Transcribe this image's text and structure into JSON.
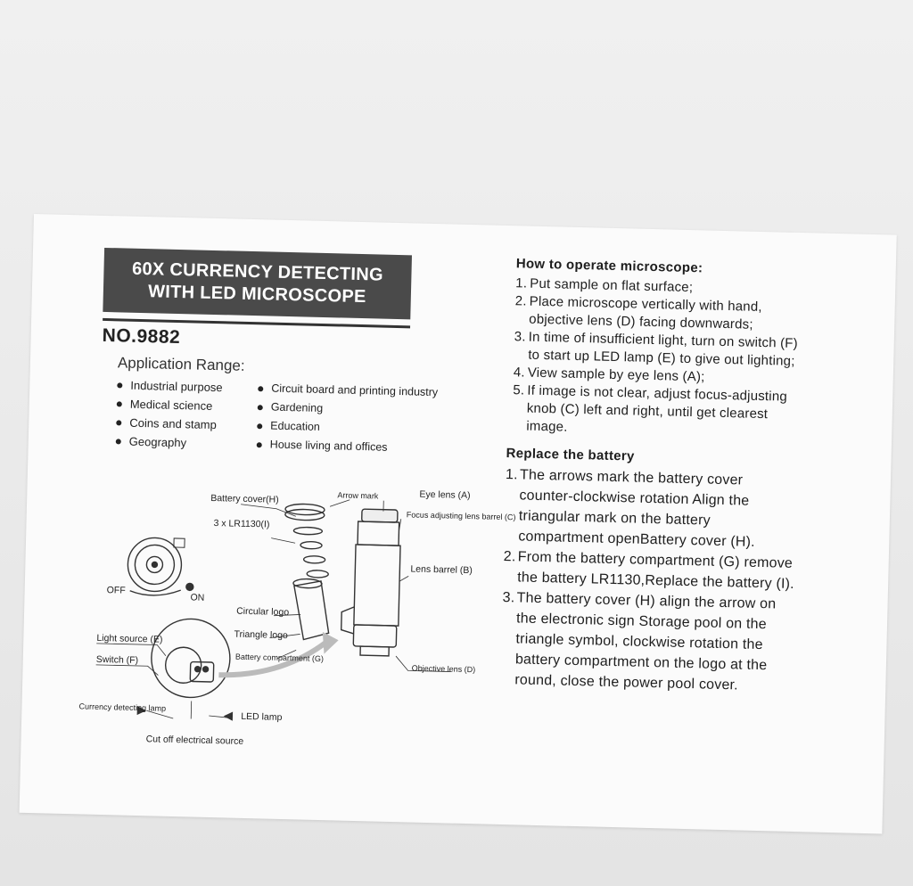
{
  "title": {
    "line1": "60X CURRENCY DETECTING",
    "line2": "WITH LED MICROSCOPE"
  },
  "model": "NO.9882",
  "application_range": {
    "heading": "Application Range:",
    "col1": [
      "Industrial purpose",
      "Medical science",
      "Coins and stamp",
      "Geography"
    ],
    "col2": [
      "Circuit board and printing industry",
      "Gardening",
      "Education",
      "House living and offices"
    ]
  },
  "diagram_labels": {
    "battery_cover": "Battery cover(H)",
    "arrow_mark": "Arrow mark",
    "eye_lens": "Eye lens (A)",
    "focus_barrel": "Focus adjusting lens barrel (C)",
    "battery": "3 x LR1130(I)",
    "lens_barrel": "Lens barrel (B)",
    "off": "OFF",
    "on": "ON",
    "circular_logo": "Circular logo",
    "triangle_logo": "Triangle logo",
    "light_source": "Light source (E)",
    "switch": "Switch (F)",
    "battery_compartment": "Battery compartment (G)",
    "objective_lens": "Objective lens (D)",
    "currency_lamp": "Currency detecting lamp",
    "led_lamp": "LED lamp",
    "cut_off": "Cut off electrical source"
  },
  "operate": {
    "heading": "How to operate microscope:",
    "steps": [
      {
        "num": "1.",
        "text": "Put sample on flat surface;"
      },
      {
        "num": "2.",
        "text": "Place microscope vertically with hand, objective lens (D) facing downwards;"
      },
      {
        "num": "3.",
        "text": "In time of insufficient light, turn on switch (F) to start up LED lamp (E) to give out lighting;"
      },
      {
        "num": "4.",
        "text": "View sample by eye lens (A);"
      },
      {
        "num": "5.",
        "text": "If image is not clear, adjust focus-adjusting knob (C) left and right, until get clearest image."
      }
    ]
  },
  "battery": {
    "heading": "Replace the battery",
    "steps": [
      {
        "num": "1.",
        "text": "The arrows mark the battery cover counter-clockwise rotation Align the triangular mark on the battery compartment openBattery cover (H)."
      },
      {
        "num": "2.",
        "text": "From the battery compartment (G) remove the battery LR1130,Replace the battery (I)."
      },
      {
        "num": "3.",
        "text": "The battery cover (H) align the arrow on the electronic sign Storage pool on the triangle symbol, clockwise rotation the battery compartment on the logo at the round, close the power pool cover."
      }
    ]
  }
}
